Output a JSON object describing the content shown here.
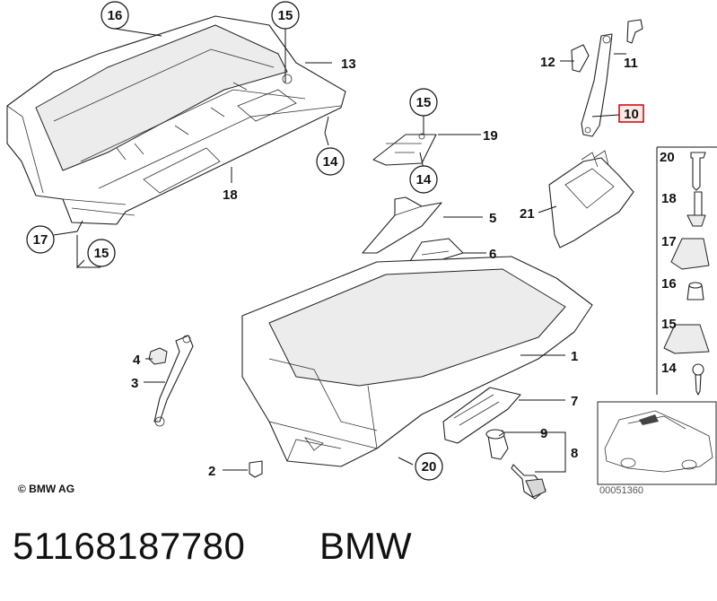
{
  "callouts": {
    "c1": "1",
    "c2": "2",
    "c3": "3",
    "c4": "4",
    "c5": "5",
    "c6": "6",
    "c7": "7",
    "c8": "8",
    "c9": "9",
    "c10": "10",
    "c11": "11",
    "c12": "12",
    "c13": "13",
    "c14a": "14",
    "c14b": "14",
    "c15a": "15",
    "c15b": "15",
    "c15c": "15",
    "c16": "16",
    "c17": "17",
    "c18": "18",
    "c19": "19",
    "c20": "20",
    "c21": "21"
  },
  "legend": {
    "l20": "20",
    "l18": "18",
    "l17": "17",
    "l16": "16",
    "l15": "15",
    "l14": "14"
  },
  "highlight_color": "#cc0000",
  "highlighted_callout": "10",
  "copyright": "© BMW AG",
  "diagram_code": "00051360",
  "part_number": "51168187780",
  "brand": "BMW"
}
